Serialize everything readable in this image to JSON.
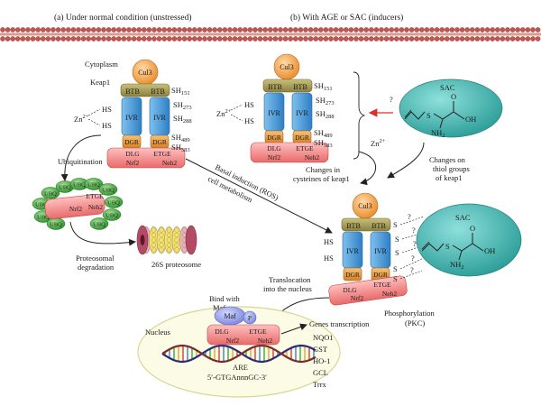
{
  "headings": {
    "normal": "(a) Under normal condition (unstressed)",
    "inducers": "(b) With AGE or SAC (inducers)"
  },
  "left": {
    "cytoplasm": "Cytoplasm",
    "keap1": "Keap1",
    "zn": "Zn",
    "zn_sup": "2+",
    "ubiquitination": "Ubiquitination",
    "proteosomal_1": "Proteosomal",
    "proteosomal_2": "degradation",
    "proteosome": "26S proteosome",
    "ubq": "UBQ",
    "nrf2": "Nrf2",
    "neh2": "Neh2",
    "etge": "ETGE"
  },
  "protein": {
    "cul3": "Cul3",
    "btb": "BTB",
    "ivr": "IVR",
    "dgr": "DGR",
    "dlg": "DLG",
    "etge": "ETGE",
    "nrf2": "Nrf2",
    "neh2": "Neh2",
    "hs": "HS",
    "sh": "SH",
    "s": "S",
    "sh151": "151",
    "sh273": "273",
    "sh288": "288",
    "sh489": "489",
    "sh583": "583"
  },
  "right": {
    "question": "?",
    "sac": "SAC",
    "sac_s": "S",
    "sac_oh": "OH",
    "sac_o": "O",
    "sac_nh2": "NH",
    "sac_nh2_sub": "2",
    "zn": "Zn",
    "zn_sup": "2+",
    "changes_cys_1": "Changes in",
    "changes_cys_2": "cysteines of keap1",
    "changes_thiol_1": "Changes on",
    "changes_thiol_2": "thiol groups",
    "changes_thiol_3": "of keap1"
  },
  "middle": {
    "basal_1": "Basal induction (ROS)",
    "basal_2": "cell metabolism",
    "translocation_1": "Translocation",
    "translocation_2": "into the nucleus",
    "phosphorylation_1": "Phosphorylation",
    "phosphorylation_2": "(PKC)"
  },
  "nucleus": {
    "label": "Nucleus",
    "bind_1": "Bind with",
    "bind_2": "Maf",
    "maf": "Maf",
    "p": "P",
    "dlg": "DLG",
    "etge": "ETGE",
    "nrf2": "Nrf2",
    "neh2": "Neh2",
    "are": "ARE",
    "sequence": "5′-GTGAnnnGC-3′",
    "genes_title": "Genes transcription",
    "genes": [
      "NQO1",
      "GST",
      "HO-1",
      "GCL",
      "Trrx"
    ]
  },
  "colors": {
    "membrane": "#c0564f",
    "cul3": "#f4a64a",
    "btb": "#a39a55",
    "ivr": "#4f9ad6",
    "dgr": "#e0922f",
    "nrf2_bar": "#ef7d7d",
    "ubq": "#38a83a",
    "sac": "#3fb5b0",
    "maf": "#8c97e3",
    "arrow_red": "#d9302e",
    "nucleus_fill": "#fbfbe6",
    "nucleus_line": "#d8d890"
  }
}
